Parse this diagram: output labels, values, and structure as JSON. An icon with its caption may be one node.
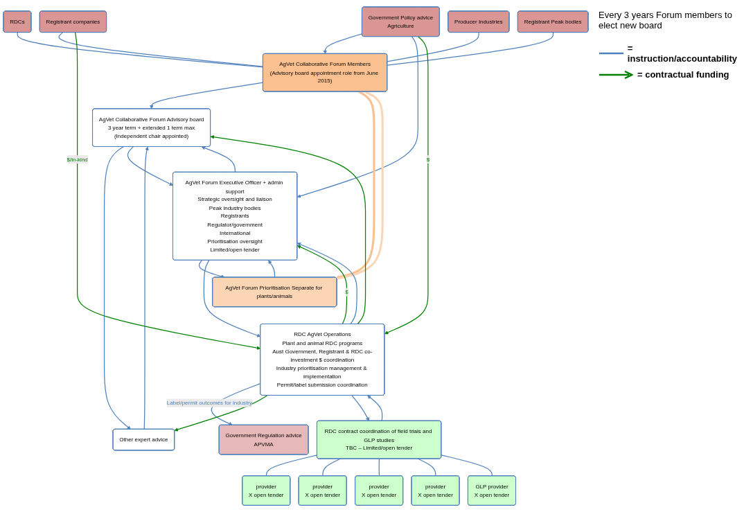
{
  "diagram": {
    "nodes": [
      {
        "text": [
          "RDCs"
        ]
      },
      {
        "text": [
          "Producer Industries"
        ]
      },
      {
        "text": [
          "Registrant Peak bodies"
        ]
      },
      {
        "text": [
          "Registrant companies"
        ]
      },
      {
        "text": [
          "Government Policy advice",
          "Agriculture"
        ]
      },
      {
        "text": [
          "Government Regulation advice",
          "APVMA"
        ]
      },
      {
        "text": [
          "AgVet Collaborative Forum Members",
          "(Advisory board appointment role from June 2015)"
        ]
      },
      {
        "text": [
          "Other expert advice"
        ]
      },
      {
        "text": [
          "AgVet Collaborative Forum Advisory board",
          "3 year term + extended 1 term max",
          "(Independent chair appointed)"
        ]
      },
      {
        "text": [
          "AgVet Forum Executive Officer + admin support",
          "Strategic oversight and liaison",
          "Peak industry bodies",
          "Registrants",
          "Regulator/government",
          "International",
          "Prioritisation oversight",
          "Limited/open tender"
        ]
      },
      {
        "text": [
          "AgVet Forum Prioritisation Separate for plants/animals"
        ]
      },
      {
        "text": [
          "RDC AgVet Operations",
          "Plant and animal RDC programs",
          "Aust Government, Registrant & RDC co-investment $ coordination",
          "Industry prioritisation management & implementation",
          "Permit/label submission coordination"
        ]
      },
      {
        "text": [
          "RDC contract coordination of field trials and GLP studies",
          "TBC – Limited/open tender"
        ]
      },
      {
        "text": [
          "provider",
          "X open tender"
        ]
      },
      {
        "text": [
          "provider",
          "X open tender"
        ]
      },
      {
        "text": [
          "provider",
          "X open tender"
        ]
      },
      {
        "text": [
          "provider",
          "X open tender"
        ]
      },
      {
        "text": [
          "GLP provider",
          "X open tender"
        ]
      }
    ],
    "edges": [
      {
        "from": 0,
        "to": 6,
        "arrow": "none"
      },
      {
        "from": 1,
        "to": 6,
        "arrow": "none"
      },
      {
        "from": 2,
        "to": 6,
        "arrow": "none"
      },
      {
        "from": 3,
        "to": 6,
        "arrow": "none"
      },
      {
        "from": 4,
        "to": 6,
        "arrow": "to"
      },
      {
        "from": 6,
        "to": 8,
        "arrow": "to"
      },
      {
        "from": 8,
        "to": 7,
        "arrow": "to"
      },
      {
        "from": 7,
        "to": 8,
        "arrow": "to"
      },
      {
        "from": 8,
        "to": 9,
        "arrow": "to"
      },
      {
        "from": 9,
        "to": 8,
        "arrow": "to"
      },
      {
        "from": 4,
        "to": 9,
        "arrow": "to"
      },
      {
        "from": 9,
        "to": 10,
        "arrow": "to"
      },
      {
        "from": 10,
        "to": 9,
        "arrow": "to"
      },
      {
        "from": 6,
        "to": 10,
        "arrow": "to",
        "style": "thick",
        "color": "#fac090"
      },
      {
        "from": 10,
        "to": 6,
        "arrow": "to",
        "style": "thick",
        "color": "#fcd5b5"
      },
      {
        "from": 3,
        "to": 11,
        "arrow": "to",
        "label": "$/in-kind",
        "color": "#008000"
      },
      {
        "from": 11,
        "to": 5,
        "arrow": "to",
        "label": "Label/permit outcomes for industry"
      },
      {
        "from": 4,
        "to": 11,
        "arrow": "to",
        "label": "$",
        "color": "#008000"
      },
      {
        "from": 11,
        "to": 7,
        "arrow": "to",
        "color": "#008000"
      },
      {
        "from": 11,
        "to": 8,
        "arrow": "to",
        "color": "#008000"
      },
      {
        "from": 11,
        "to": 9,
        "arrow": "to",
        "label": "$",
        "color": "#008000"
      },
      {
        "from": 9,
        "to": 11,
        "arrow": "to"
      },
      {
        "from": 11,
        "to": 9,
        "arrow": "to"
      },
      {
        "from": 11,
        "to": 12,
        "arrow": "to"
      },
      {
        "from": 12,
        "to": 11,
        "arrow": "to"
      },
      {
        "from": 12,
        "to": 13,
        "arrow": "none"
      },
      {
        "from": 12,
        "to": 14,
        "arrow": "none"
      },
      {
        "from": 12,
        "to": 15,
        "arrow": "none"
      },
      {
        "from": 12,
        "to": 16,
        "arrow": "none"
      },
      {
        "from": 12,
        "to": 17,
        "arrow": "none"
      }
    ],
    "labels": [
      "Every 3 years Forum members to elect new board"
    ],
    "legend": [
      {
        "text": "= instruction/accountability"
      },
      {
        "text": "= contractual funding"
      }
    ]
  }
}
